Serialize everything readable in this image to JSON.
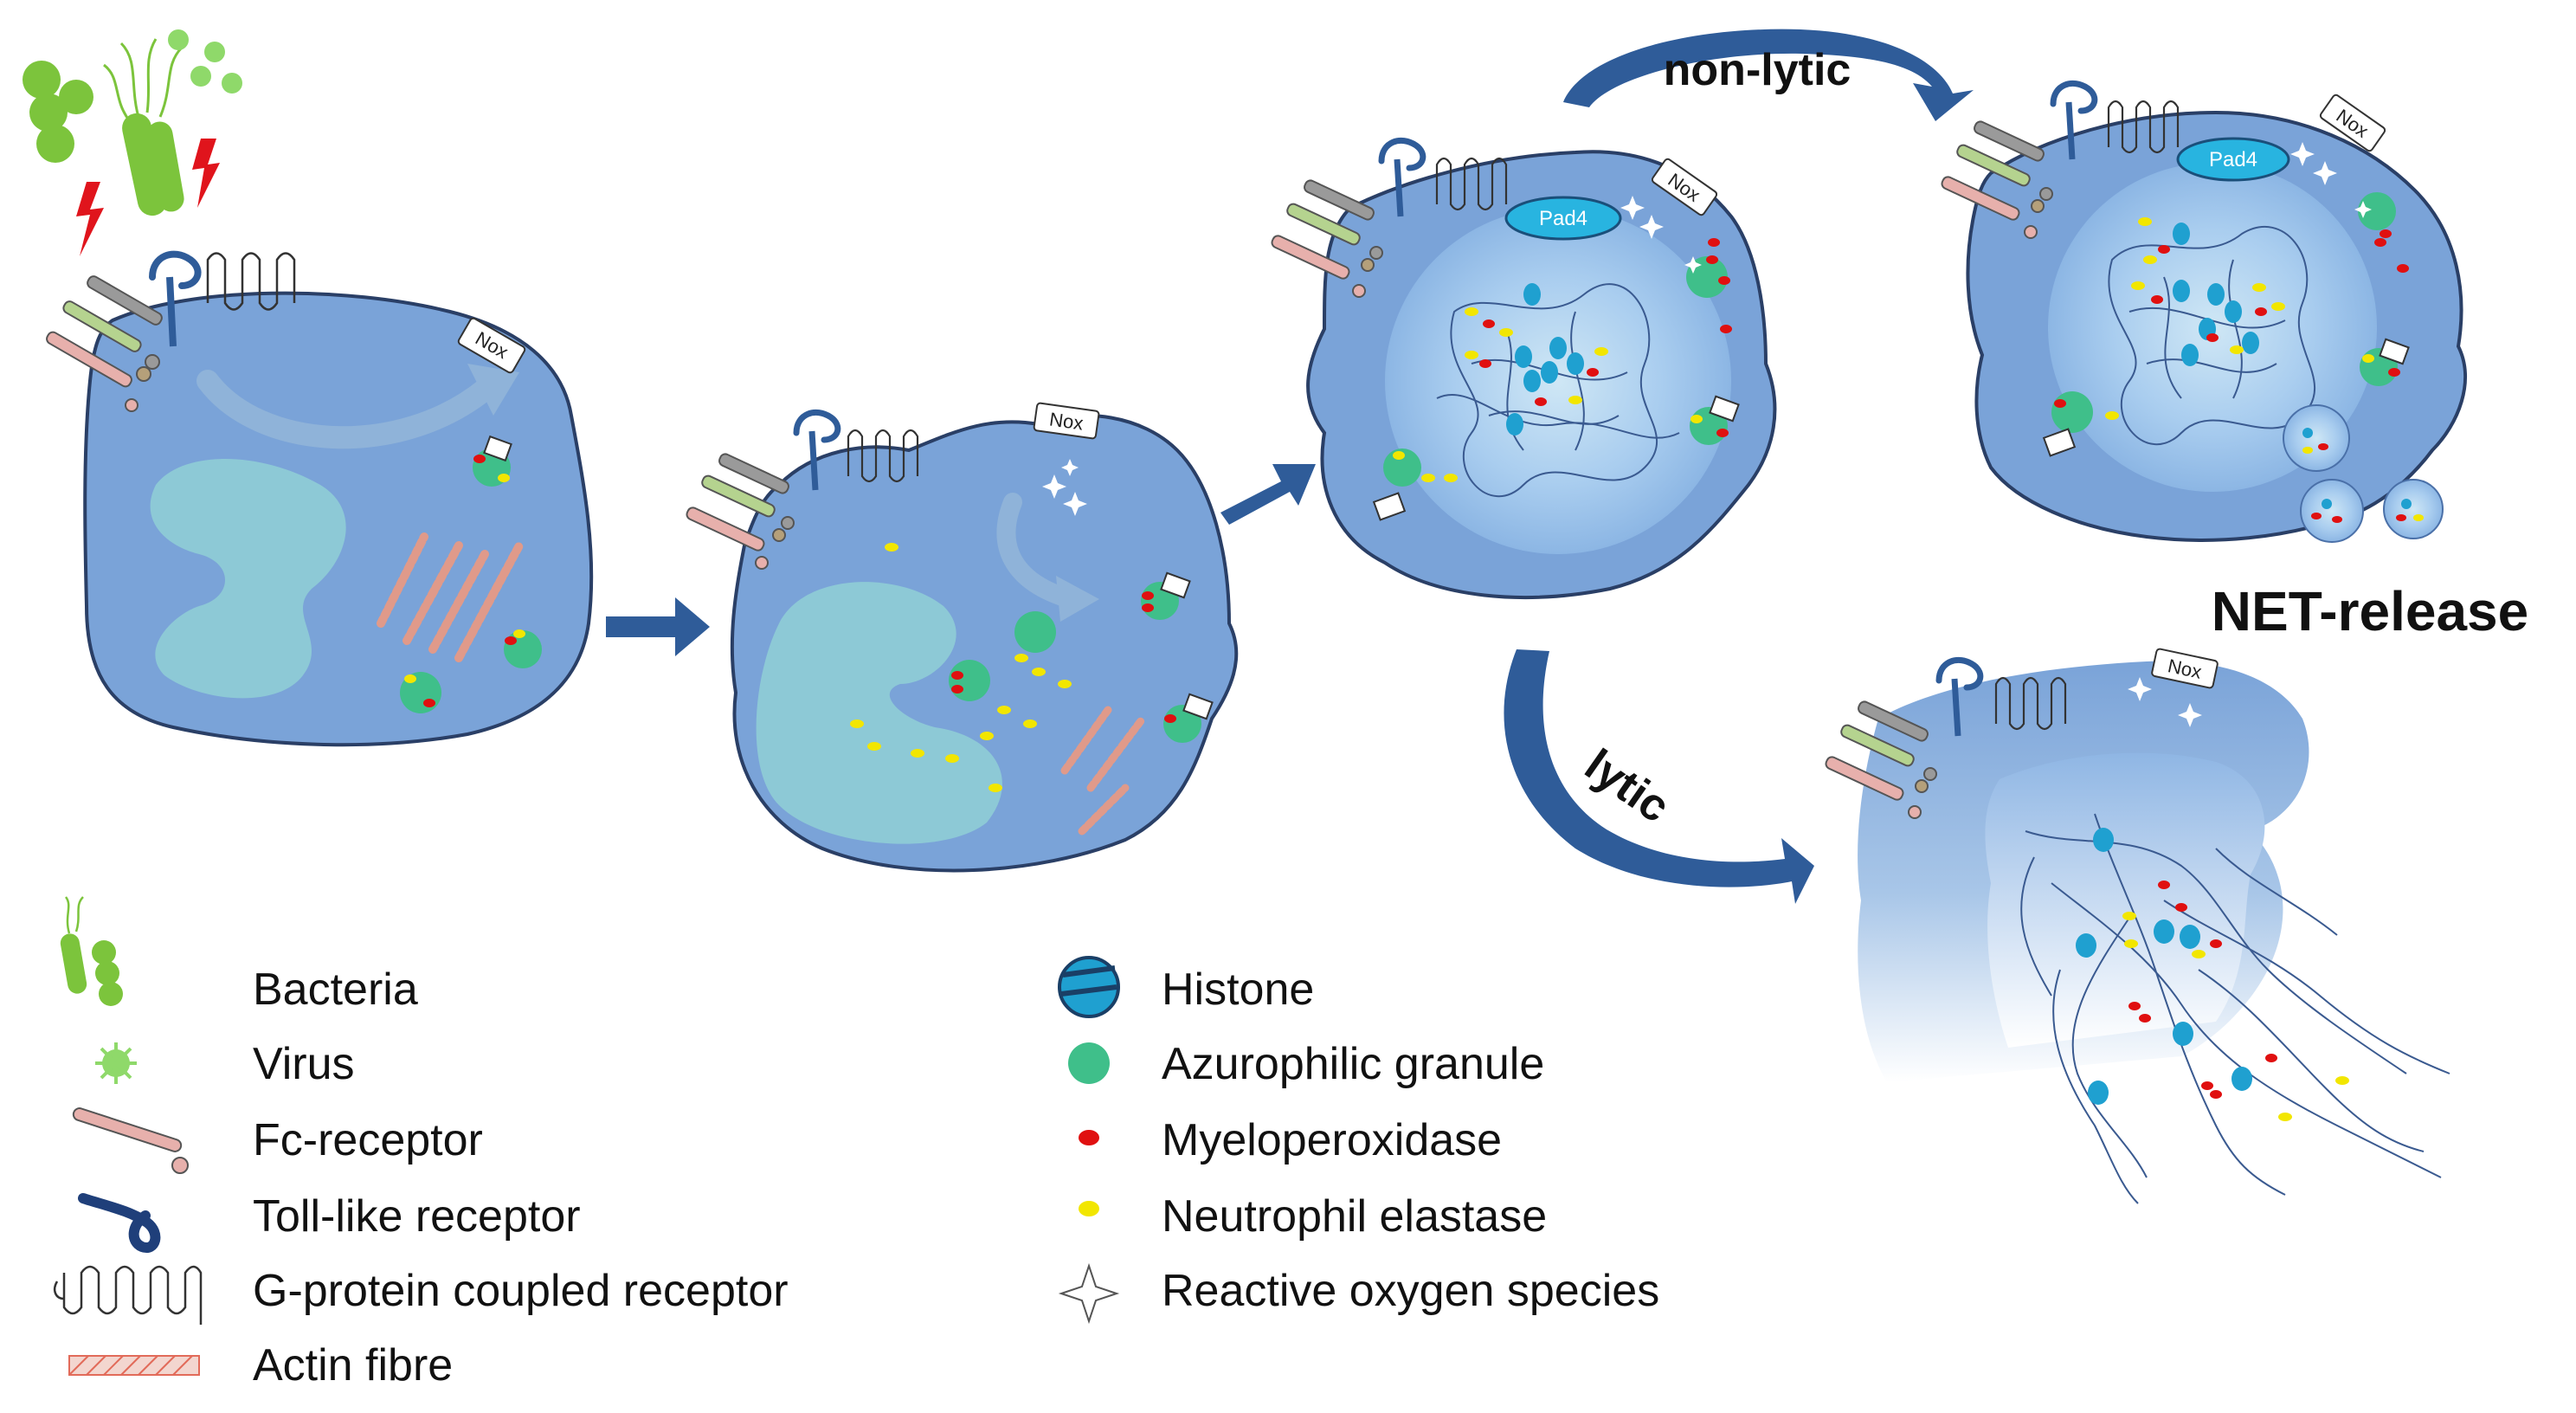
{
  "labels": {
    "non_lytic": "non-lytic",
    "lytic": "lytic",
    "net_release": "NET-release",
    "nox": "Nox",
    "pad4": "Pad4"
  },
  "legend": {
    "bacteria": "Bacteria",
    "virus": "Virus",
    "fc_receptor": "Fc-receptor",
    "toll_like_receptor": "Toll-like receptor",
    "gpcr": "G-protein coupled receptor",
    "actin_fibre": "Actin fibre",
    "histone": "Histone",
    "azurophilic_granule": "Azurophilic granule",
    "myeloperoxidase": "Myeloperoxidase",
    "neutrophil_elastase": "Neutrophil elastase",
    "ros": "Reactive oxygen species"
  },
  "colors": {
    "cell_fill": "#7aa3d8",
    "cell_stroke": "#2a3f66",
    "nucleus": "#8dc9d6",
    "granule": "#3fbf8a",
    "mpo": "#e01010",
    "elastase": "#f2e600",
    "histone": "#1fa0d0",
    "arrow": "#2f5c99",
    "bacteria": "#7cc43c",
    "fc": "#e7b0ac"
  }
}
